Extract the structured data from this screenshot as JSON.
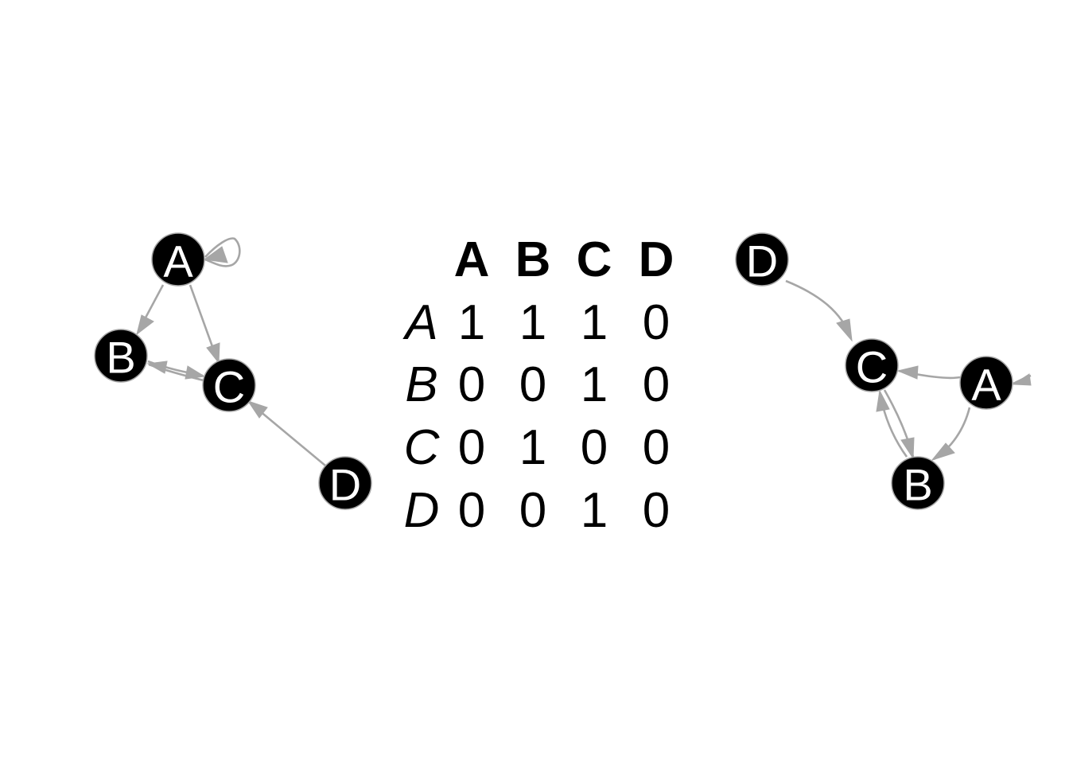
{
  "matrix": {
    "columns": [
      "A",
      "B",
      "C",
      "D"
    ],
    "rows": [
      {
        "label": "A",
        "values": [
          1,
          1,
          1,
          0
        ]
      },
      {
        "label": "B",
        "values": [
          0,
          0,
          1,
          0
        ]
      },
      {
        "label": "C",
        "values": [
          0,
          1,
          0,
          0
        ]
      },
      {
        "label": "D",
        "values": [
          0,
          0,
          1,
          0
        ]
      }
    ]
  },
  "left_graph": {
    "nodes": [
      "A",
      "B",
      "C",
      "D"
    ],
    "edges": [
      {
        "from": "A",
        "to": "A"
      },
      {
        "from": "A",
        "to": "B"
      },
      {
        "from": "A",
        "to": "C"
      },
      {
        "from": "B",
        "to": "C"
      },
      {
        "from": "C",
        "to": "B"
      },
      {
        "from": "D",
        "to": "C"
      }
    ]
  },
  "right_graph": {
    "nodes": [
      "D",
      "C",
      "A",
      "B"
    ],
    "edges": [
      {
        "from": "D",
        "to": "C"
      },
      {
        "from": "A",
        "to": "C"
      },
      {
        "from": "A",
        "to": "B"
      },
      {
        "from": "B",
        "to": "C"
      },
      {
        "from": "C",
        "to": "B"
      },
      {
        "from": "A",
        "to": "A"
      }
    ]
  },
  "colors": {
    "node_fill": "#000000",
    "node_text": "#ffffff",
    "edge": "#a6a6a6"
  }
}
